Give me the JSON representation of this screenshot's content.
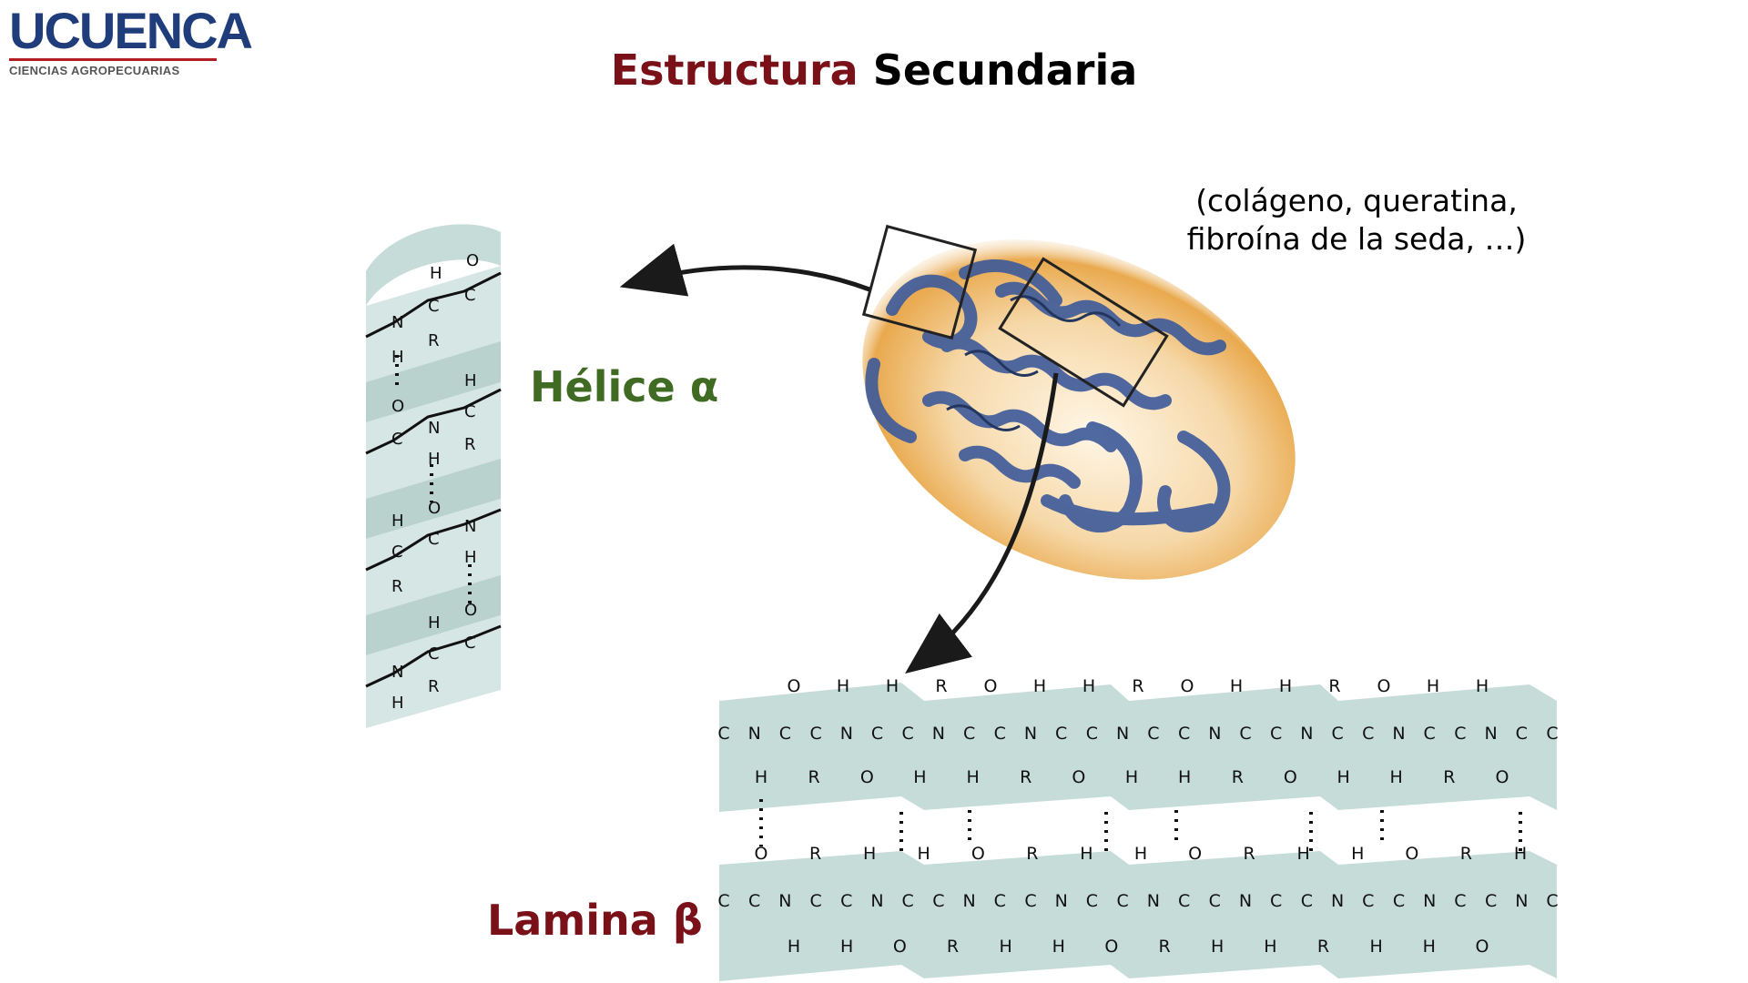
{
  "logo": {
    "name": "UCUENCA",
    "subtitle": "CIENCIAS AGROPECUARIAS"
  },
  "title": {
    "part1": "Estructura",
    "part2": "Secundaria"
  },
  "examples": {
    "line1": "(colágeno, queratina,",
    "line2": "fibroína de la seda, …)"
  },
  "labels": {
    "helix": "Hélice α",
    "sheet": "Lamina β"
  },
  "colors": {
    "title_accent": "#7a1018",
    "helix_label": "#3f6b22",
    "sheet_label": "#7a1018",
    "ribbon": "#c5dcd9",
    "protein_ribbon": "#3d5a9a",
    "protein_halo": "#e9a94e"
  },
  "helix_atoms": [
    [
      "O",
      "H",
      "C",
      "C",
      "N",
      "R",
      "H"
    ],
    [
      "H",
      "C",
      "N",
      "R",
      "O",
      "C",
      "H"
    ],
    [
      "H",
      "O",
      "C",
      "N",
      "C",
      "R",
      "H"
    ],
    [
      "H",
      "O",
      "C",
      "N",
      "C",
      "R",
      "H"
    ]
  ],
  "sheet_top": {
    "upper": [
      "O",
      "H",
      "H",
      "R",
      "O",
      "H",
      "H",
      "R",
      "O",
      "H",
      "H",
      "R",
      "O",
      "H",
      "H"
    ],
    "backbone": [
      "C",
      "N",
      "C",
      "C",
      "N",
      "C",
      "C",
      "N",
      "C",
      "C",
      "N",
      "C",
      "C",
      "N",
      "C",
      "C",
      "N",
      "C",
      "C",
      "N",
      "C",
      "C",
      "N",
      "C",
      "C",
      "N",
      "C",
      "C"
    ],
    "lower": [
      "H",
      "R",
      "O",
      "H",
      "H",
      "R",
      "O",
      "H",
      "H",
      "R",
      "O",
      "H",
      "H",
      "R",
      "O"
    ]
  },
  "sheet_bottom": {
    "upper": [
      "O",
      "R",
      "H",
      "H",
      "O",
      "R",
      "H",
      "H",
      "O",
      "R",
      "H",
      "H",
      "O",
      "R",
      "H"
    ],
    "backbone": [
      "C",
      "C",
      "N",
      "C",
      "C",
      "N",
      "C",
      "C",
      "N",
      "C",
      "C",
      "N",
      "C",
      "C",
      "N",
      "C",
      "C",
      "N",
      "C",
      "C",
      "N",
      "C",
      "C",
      "N",
      "C",
      "C",
      "N",
      "C"
    ],
    "lower": [
      "H",
      "H",
      "O",
      "R",
      "H",
      "H",
      "O",
      "R",
      "H",
      "H",
      "R",
      "H",
      "H",
      "O"
    ]
  }
}
